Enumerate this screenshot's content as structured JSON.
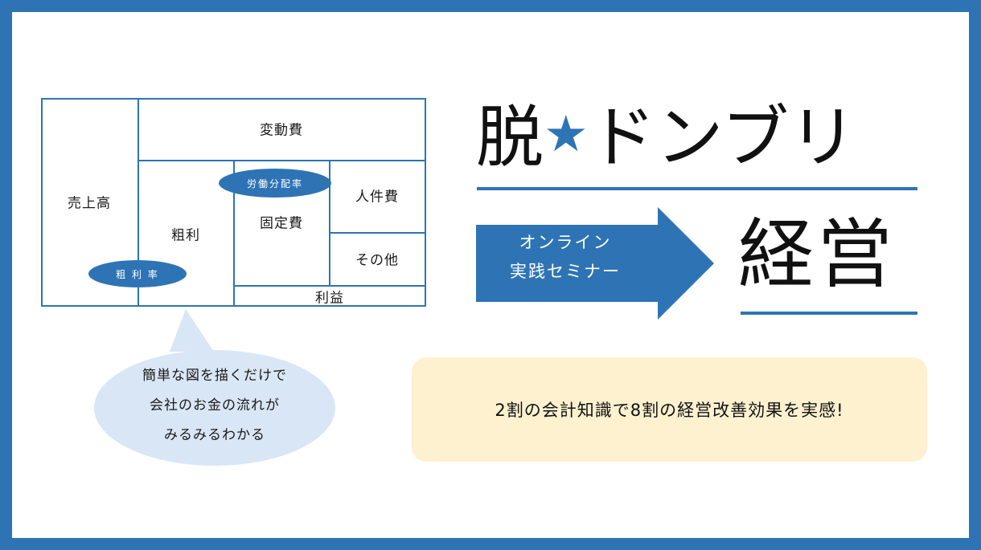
{
  "colors": {
    "accent": "#2e74b5",
    "bubble": "#d9e6f5",
    "banner": "#fdf1d0"
  },
  "diagram": {
    "sales": "売上高",
    "variable_cost": "変動費",
    "gross_profit": "粗利",
    "fixed_cost": "固定費",
    "labor_cost": "人件費",
    "other": "その他",
    "profit": "利益",
    "gross_margin_rate": "粗 利 率",
    "labor_share_rate": "労働分配率"
  },
  "bubble": {
    "icon": "speech-bubble",
    "line1": "簡単な図を描くだけで",
    "line2": "会社のお金の流れが",
    "line3": "みるみるわかる"
  },
  "title": {
    "part1": "脱",
    "star": "★",
    "part2": "ドンブリ"
  },
  "arrow": {
    "line1": "オンライン",
    "line2": "実践セミナー"
  },
  "keiei": "経営",
  "banner": "2割の会計知識で8割の経営改善効果を実感!"
}
